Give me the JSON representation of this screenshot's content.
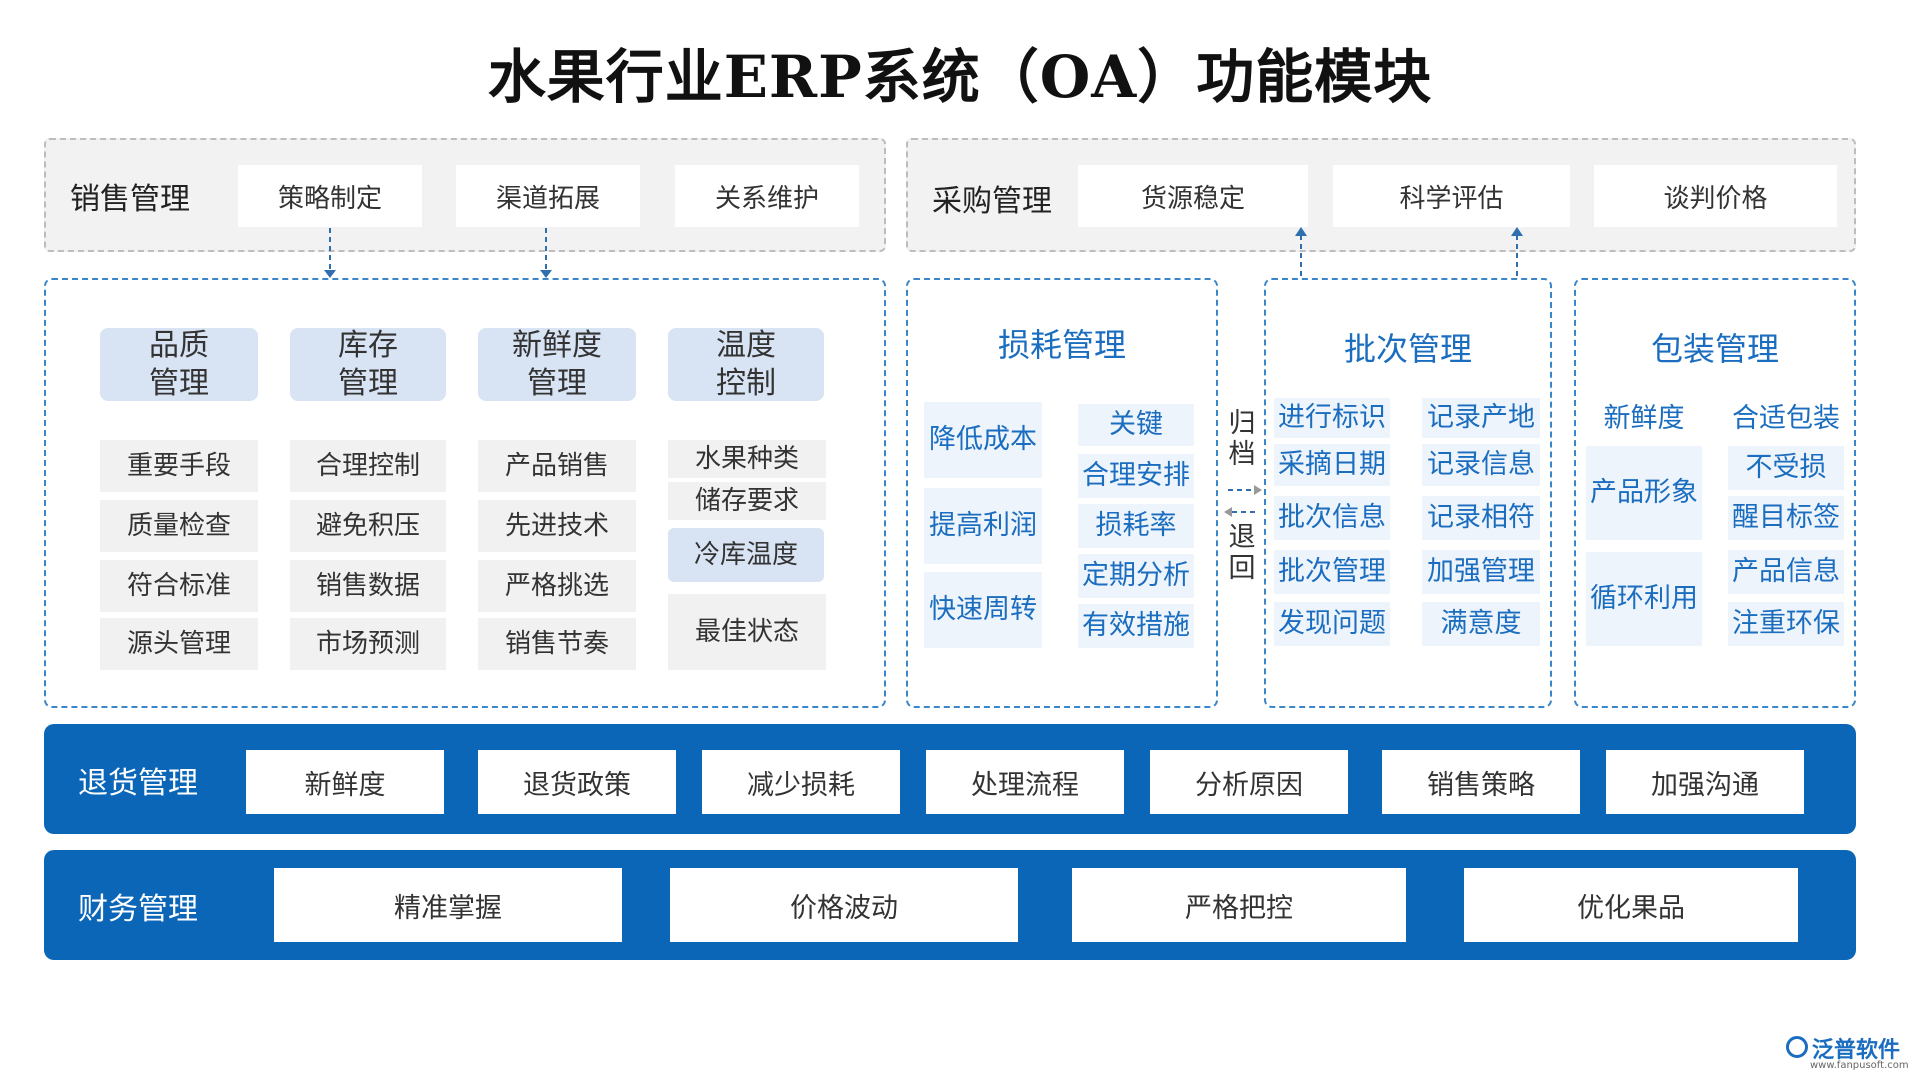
{
  "title": "水果行业ERP系统（OA）功能模块",
  "sales": {
    "label": "销售管理",
    "items": [
      "策略制定",
      "渠道拓展",
      "关系维护"
    ]
  },
  "purchase": {
    "label": "采购管理",
    "items": [
      "货源稳定",
      "科学评估",
      "谈判价格"
    ]
  },
  "left_module": {
    "headers": [
      "品质\n管理",
      "库存\n管理",
      "新鲜度\n管理",
      "温度\n控制"
    ],
    "col1": [
      "重要手段",
      "质量检查",
      "符合标准",
      "源头管理"
    ],
    "col2": [
      "合理控制",
      "避免积压",
      "销售数据",
      "市场预测"
    ],
    "col3": [
      "产品销售",
      "先进技术",
      "严格挑选",
      "销售节奏"
    ],
    "col4": [
      "水果种类",
      "储存要求",
      "冷库温度",
      "最佳状态"
    ]
  },
  "loss": {
    "title": "损耗管理",
    "left": [
      "降低成本",
      "提高利润",
      "快速周转"
    ],
    "right": [
      "关键",
      "合理安排",
      "损耗率",
      "定期分析",
      "有效措施"
    ]
  },
  "archive": {
    "top": "归\n档",
    "bottom": "退\n回"
  },
  "batch": {
    "title": "批次管理",
    "left": [
      "进行标识",
      "采摘日期",
      "批次信息",
      "批次管理",
      "发现问题"
    ],
    "right": [
      "记录产地",
      "记录信息",
      "记录相符",
      "加强管理",
      "满意度"
    ]
  },
  "package": {
    "title": "包装管理",
    "left_top": "新鲜度",
    "left": [
      "产品形象",
      "循环利用"
    ],
    "right": [
      "合适包装",
      "不受损",
      "醒目标签",
      "产品信息",
      "注重环保"
    ]
  },
  "returns": {
    "label": "退货管理",
    "items": [
      "新鲜度",
      "退货政策",
      "减少损耗",
      "处理流程",
      "分析原因",
      "销售策略",
      "加强沟通"
    ]
  },
  "finance": {
    "label": "财务管理",
    "items": [
      "精准掌握",
      "价格波动",
      "严格把控",
      "优化果品"
    ]
  },
  "logo": {
    "name": "泛普软件",
    "url": "www.fanpusoft.com"
  },
  "colors": {
    "accent": "#0b66b8",
    "light_blue": "#d8e4f4",
    "text_blue": "#1b6dbf"
  }
}
